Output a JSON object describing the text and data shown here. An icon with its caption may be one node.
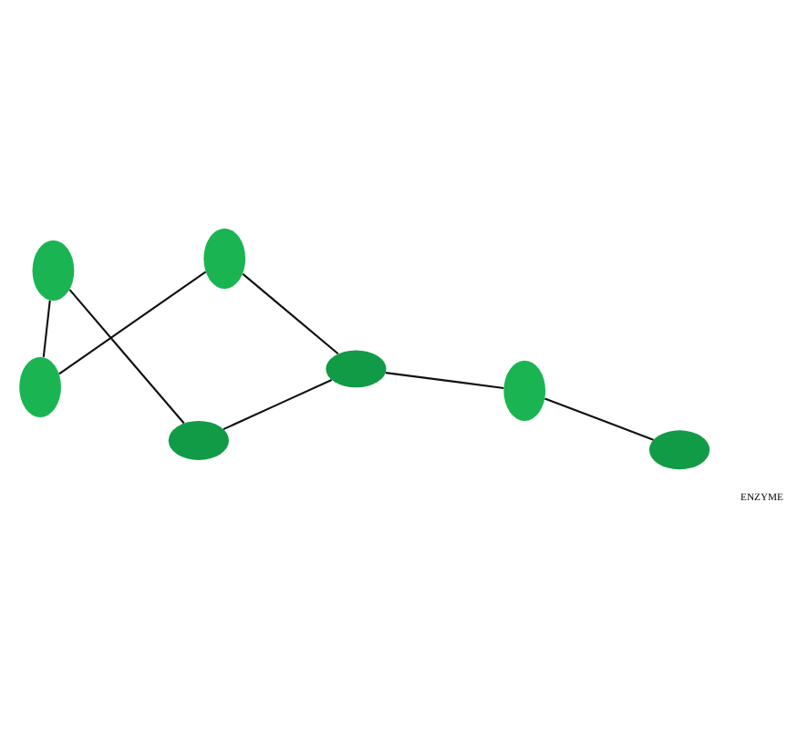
{
  "diagram": {
    "nodes": [
      {
        "text": [],
        "shape": "ellipse"
      },
      {
        "text": [],
        "shape": "ellipse"
      },
      {
        "text": [],
        "shape": "ellipse"
      },
      {
        "text": [],
        "shape": "ellipse"
      },
      {
        "text": [],
        "shape": "ellipse"
      },
      {
        "text": [],
        "shape": "ellipse"
      },
      {
        "text": [],
        "shape": "ellipse"
      }
    ],
    "edges": [
      {
        "from": 0,
        "to": 1,
        "arrow": "none"
      },
      {
        "from": 1,
        "to": 3,
        "arrow": "none"
      },
      {
        "from": 3,
        "to": 2,
        "arrow": "none"
      },
      {
        "from": 2,
        "to": 5,
        "arrow": "none"
      },
      {
        "from": 3,
        "to": 4,
        "arrow": "none"
      },
      {
        "from": 4,
        "to": 6,
        "arrow": "none"
      },
      {
        "from": 6,
        "to": 5,
        "arrow": "none"
      }
    ],
    "labels": [
      "ENZYME"
    ]
  }
}
